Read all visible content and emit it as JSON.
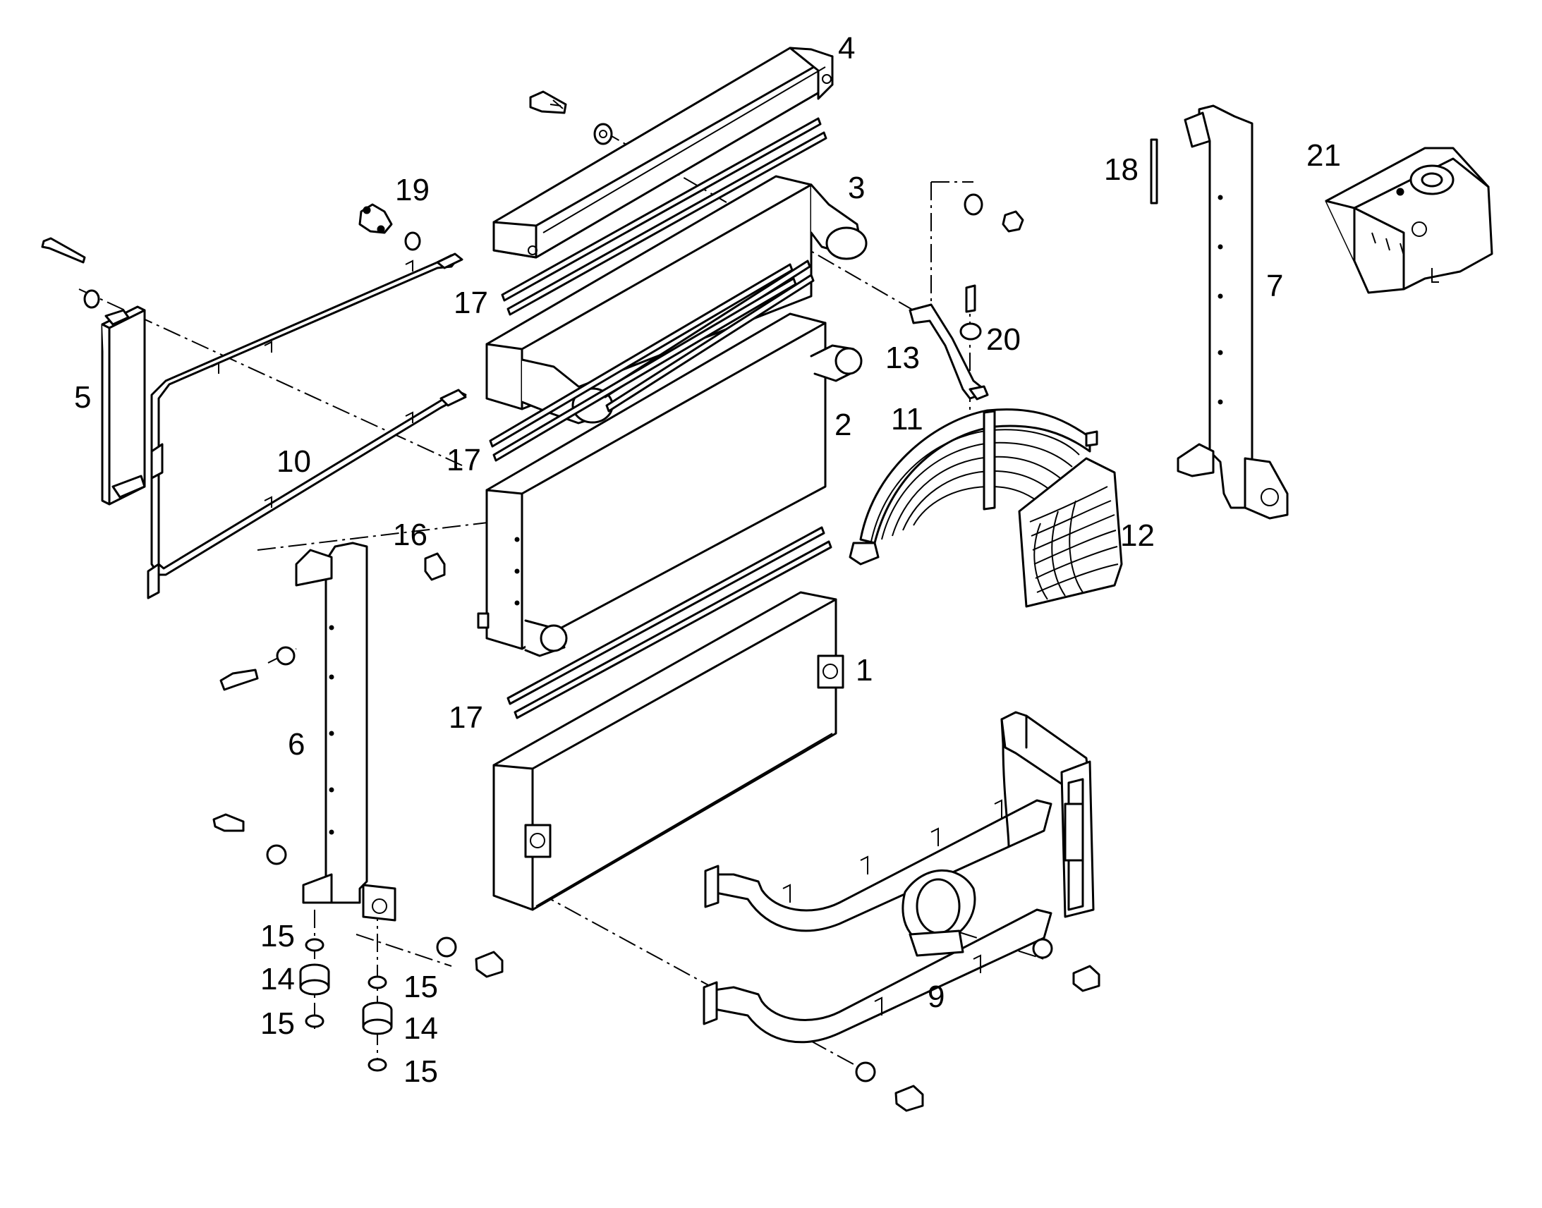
{
  "colors": {
    "line": "#000000",
    "background": "#ffffff"
  },
  "callouts": {
    "c1": "1",
    "c2": "2",
    "c3": "3",
    "c4": "4",
    "c5": "5",
    "c6": "6",
    "c7": "7",
    "c9": "9",
    "c10": "10",
    "c11": "11",
    "c12": "12",
    "c13": "13",
    "c14a": "14",
    "c14b": "14",
    "c15a": "15",
    "c15b": "15",
    "c15c": "15",
    "c15d": "15",
    "c16": "16",
    "c17a": "17",
    "c17b": "17",
    "c17c": "17",
    "c18": "18",
    "c19": "19",
    "c20": "20",
    "c21": "21"
  }
}
